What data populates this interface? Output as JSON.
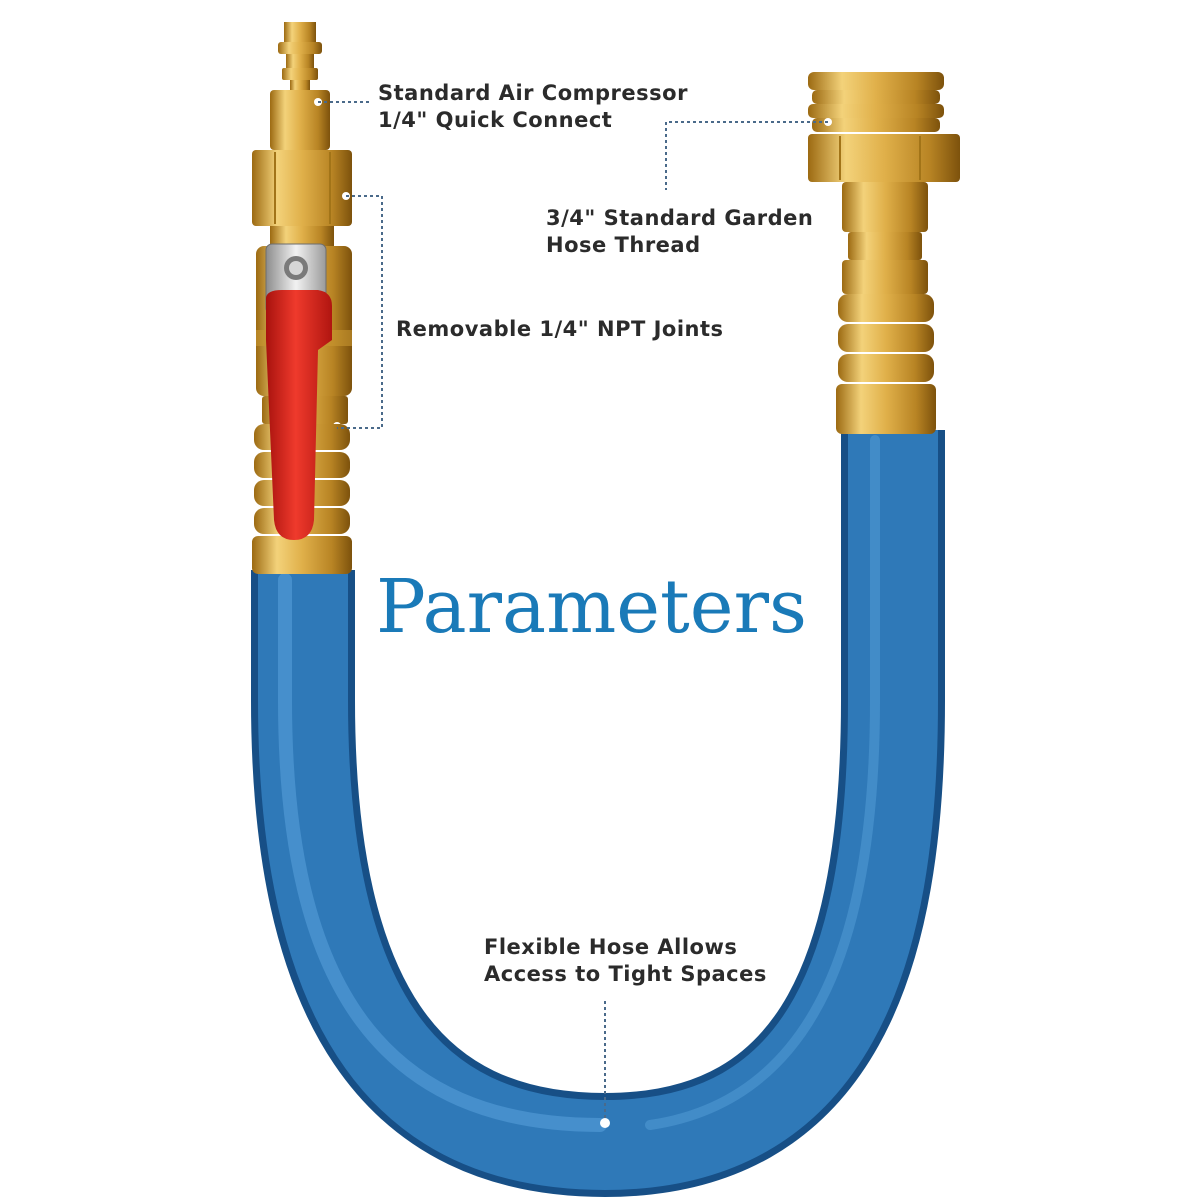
{
  "title": "Parameters",
  "callouts": {
    "compressor": {
      "line1": "Standard Air Compressor",
      "line2": "1/4\" Quick Connect"
    },
    "garden": {
      "line1": "3/4\" Standard Garden",
      "line2": "Hose Thread"
    },
    "npt": {
      "line1": "Removable 1/4\" NPT Joints"
    },
    "hose": {
      "line1": "Flexible Hose Allows",
      "line2": "Access to Tight Spaces"
    }
  },
  "colors": {
    "title": "#1a7ab8",
    "hose": "#2f79b8",
    "brass": "#d9a93a",
    "valve_handle": "#d9211b",
    "callout_line": "#4a6a8a"
  }
}
